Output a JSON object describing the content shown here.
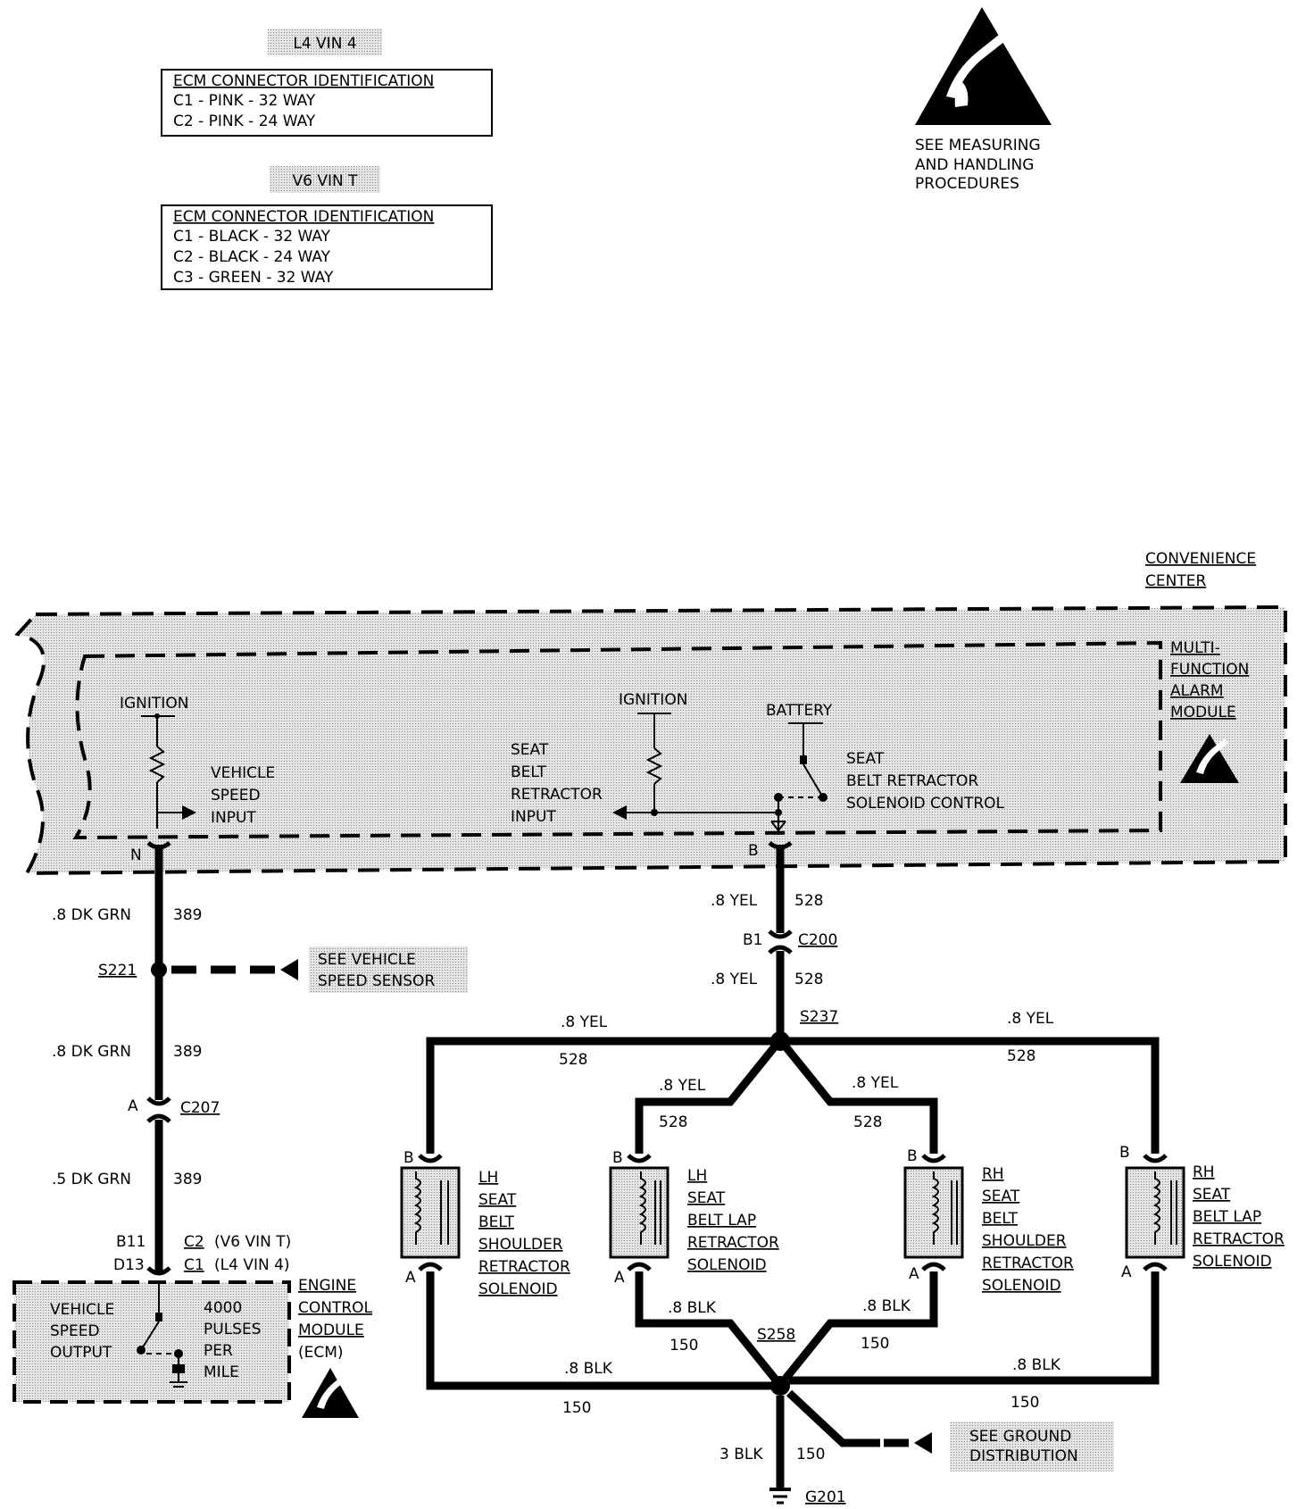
{
  "ecm_tables": [
    {
      "engine_label": "L4 VIN 4",
      "header": "ECM CONNECTOR IDENTIFICATION",
      "rows": [
        "C1 - PINK - 32 WAY",
        "C2 - PINK - 24 WAY"
      ]
    },
    {
      "engine_label": "V6 VIN T",
      "header": "ECM CONNECTOR IDENTIFICATION",
      "rows": [
        "C1 - BLACK - 32 WAY",
        "C2 - BLACK - 24 WAY",
        "C3 - GREEN - 32 WAY"
      ]
    }
  ],
  "esd_notice": [
    "SEE MEASURING",
    "AND HANDLING",
    "PROCEDURES"
  ],
  "convenience_center": [
    "CONVENIENCE",
    "CENTER"
  ],
  "alarm_module": [
    "MULTI-",
    "FUNCTION",
    "ALARM",
    "MODULE"
  ],
  "module_internal": {
    "ignition_1": "IGNITION",
    "vehicle_speed_input": [
      "VEHICLE",
      "SPEED",
      "INPUT"
    ],
    "ignition_2": "IGNITION",
    "battery": "BATTERY",
    "retractor_input": [
      "SEAT",
      "BELT",
      "RETRACTOR",
      "INPUT"
    ],
    "solenoid_control": [
      "SEAT",
      "BELT RETRACTOR",
      "SOLENOID CONTROL"
    ],
    "pin_n": "N",
    "pin_b": "B"
  },
  "left_circuit": {
    "wire_1": ".8 DK GRN",
    "circuit_1": "389",
    "splice": "S221",
    "see_vss": [
      "SEE VEHICLE",
      "SPEED SENSOR"
    ],
    "wire_2": ".8 DK GRN",
    "circuit_2": "389",
    "conn_pin": "A",
    "conn": "C207",
    "wire_3": ".5 DK GRN",
    "circuit_3": "389",
    "pin_b11": "B11",
    "pin_d13": "D13",
    "c2_label": "C2",
    "c2_note": "(V6 VIN T)",
    "c1_label": "C1",
    "c1_note": "(L4 VIN 4)"
  },
  "ecm": {
    "output": [
      "VEHICLE",
      "SPEED",
      "OUTPUT"
    ],
    "pulses": [
      "4000",
      "PULSES",
      "PER",
      "MILE"
    ],
    "name": [
      "ENGINE",
      "CONTROL",
      "MODULE",
      "(ECM)"
    ]
  },
  "right_circuit": {
    "wire_top": ".8 YEL",
    "circuit_top": "528",
    "conn_pin": "B1",
    "conn": "C200",
    "wire_mid": ".8 YEL",
    "circuit_mid": "528",
    "splice_top": "S237",
    "branch_yel_far_left": ".8 YEL",
    "branch_528_far_left": "528",
    "branch_yel_left": ".8 YEL",
    "branch_528_left": "528",
    "branch_yel_right": ".8 YEL",
    "branch_528_right": "528",
    "branch_yel_far_right": ".8 YEL",
    "branch_528_far_right": "528",
    "splice_bottom": "S258",
    "blk_far_left": ".8 BLK",
    "c150_far_left": "150",
    "blk_left": ".8 BLK",
    "c150_left": "150",
    "blk_right": ".8 BLK",
    "c150_right": "150",
    "blk_far_right": ".8 BLK",
    "c150_far_right": "150",
    "ground_wire": "3 BLK",
    "ground_circuit": "150",
    "ground": "G201",
    "see_ground": [
      "SEE GROUND",
      "DISTRIBUTION"
    ]
  },
  "solenoids": [
    {
      "pin_top": "B",
      "pin_bottom": "A",
      "label": [
        "LH",
        "SEAT",
        "BELT",
        "SHOULDER",
        "RETRACTOR",
        "SOLENOID"
      ]
    },
    {
      "pin_top": "B",
      "pin_bottom": "A",
      "label": [
        "LH",
        "SEAT",
        "BELT LAP",
        "RETRACTOR",
        "SOLENOID"
      ]
    },
    {
      "pin_top": "B",
      "pin_bottom": "A",
      "label": [
        "RH",
        "SEAT",
        "BELT",
        "SHOULDER",
        "RETRACTOR",
        "SOLENOID"
      ]
    },
    {
      "pin_top": "B",
      "pin_bottom": "A",
      "label": [
        "RH",
        "SEAT",
        "BELT LAP",
        "RETRACTOR",
        "SOLENOID"
      ]
    }
  ],
  "colors": {
    "ink": "#000000",
    "shade": "#d6d6d6",
    "paper": "#ffffff"
  }
}
